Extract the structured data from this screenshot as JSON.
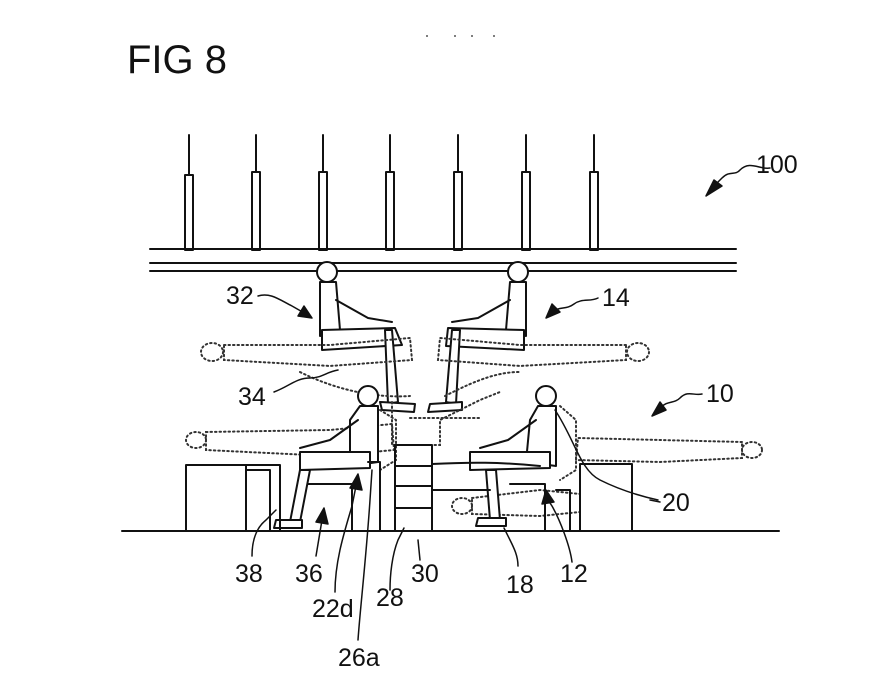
{
  "figure": {
    "title": "FIG 8",
    "labels": {
      "l100": "100",
      "l32": "32",
      "l14": "14",
      "l34": "34",
      "l10": "10",
      "l20": "20",
      "l38": "38",
      "l36": "36",
      "l28": "28",
      "l30": "30",
      "l18": "18",
      "l12": "12",
      "l22d": "22d",
      "l26a": "26a"
    }
  }
}
